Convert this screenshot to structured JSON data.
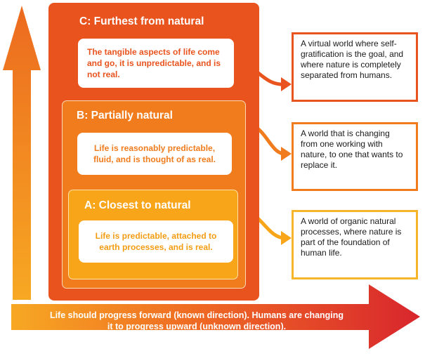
{
  "levels": {
    "c": {
      "heading": "C: Furthest from natural",
      "description": "The tangible aspects of life come and go, it is unpredictable, and is not real.",
      "note": "A virtual world where self-gratification is the goal, and where nature is completely separated from humans."
    },
    "b": {
      "heading": "B: Partially natural",
      "description": "Life is reasonably predictable, fluid, and is thought of as real.",
      "note": "A world that is changing from one working with nature, to one that wants to replace it."
    },
    "a": {
      "heading": "A: Closest to natural",
      "description": "Life is predictable, attached to earth processes, and is real.",
      "note": "A world of organic natural processes, where nature is part of the foundation of human life."
    }
  },
  "bottom_arrow": {
    "text": "Life should progress forward (known direction). Humans are changing it to progress upward (unknown direction)."
  },
  "colors": {
    "level_c": "#e9531e",
    "level_b": "#f07c1e",
    "level_a": "#f9a51a",
    "arrow_start": "#f7a823",
    "arrow_end": "#d8262d"
  }
}
